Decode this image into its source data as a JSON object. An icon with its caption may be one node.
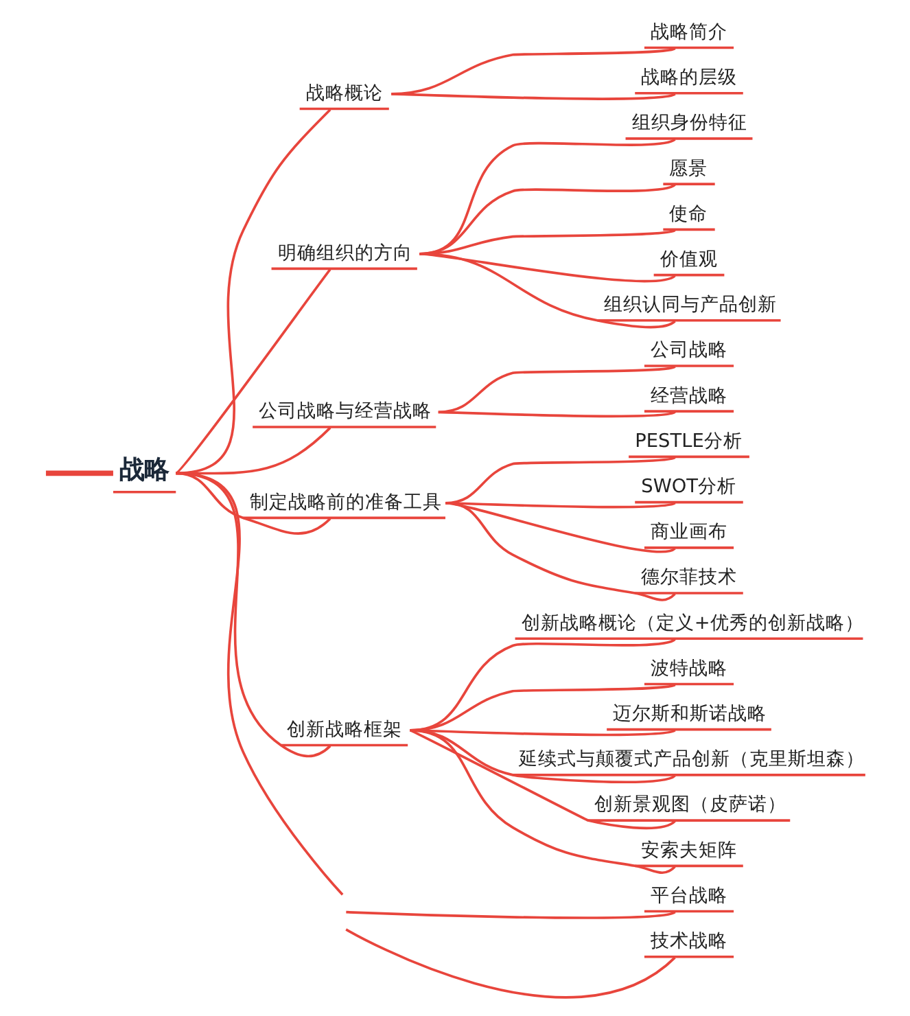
{
  "diagram": {
    "nodes": [
      {
        "text": [
          "战略"
        ]
      },
      {
        "text": [
          "战略概论"
        ]
      },
      {
        "text": [
          "战略简介"
        ]
      },
      {
        "text": [
          "战略的层级"
        ]
      },
      {
        "text": [
          "明确组织的方向"
        ]
      },
      {
        "text": [
          "组织身份特征"
        ]
      },
      {
        "text": [
          "愿景"
        ]
      },
      {
        "text": [
          "使命"
        ]
      },
      {
        "text": [
          "价值观"
        ]
      },
      {
        "text": [
          "组织认同与产品创新"
        ]
      },
      {
        "text": [
          "公司战略与经营战略"
        ]
      },
      {
        "text": [
          "公司战略"
        ]
      },
      {
        "text": [
          "经营战略"
        ]
      },
      {
        "text": [
          "制定战略前的准备工具"
        ]
      },
      {
        "text": [
          "PESTLE分析"
        ]
      },
      {
        "text": [
          "SWOT分析"
        ]
      },
      {
        "text": [
          "商业画布"
        ]
      },
      {
        "text": [
          "德尔菲技术"
        ]
      },
      {
        "text": [
          "创新战略框架"
        ]
      },
      {
        "text": [
          "创新战略概论（定义+优秀的创新战略）"
        ]
      },
      {
        "text": [
          "波特战略"
        ]
      },
      {
        "text": [
          "迈尔斯和斯诺战略"
        ]
      },
      {
        "text": [
          "延续式与颠覆式产品创新（克里斯坦森）"
        ]
      },
      {
        "text": [
          "创新景观图（皮萨诺）"
        ]
      },
      {
        "text": [
          "安索夫矩阵"
        ]
      },
      {
        "text": [
          "平台战略"
        ]
      },
      {
        "text": [
          "技术战略"
        ]
      }
    ],
    "edges": [
      {
        "from": 0,
        "to": 1,
        "arrow": "none"
      },
      {
        "from": 1,
        "to": 2,
        "arrow": "none"
      },
      {
        "from": 1,
        "to": 3,
        "arrow": "none"
      },
      {
        "from": 0,
        "to": 4,
        "arrow": "none"
      },
      {
        "from": 4,
        "to": 5,
        "arrow": "none"
      },
      {
        "from": 4,
        "to": 6,
        "arrow": "none"
      },
      {
        "from": 4,
        "to": 7,
        "arrow": "none"
      },
      {
        "from": 4,
        "to": 8,
        "arrow": "none"
      },
      {
        "from": 4,
        "to": 9,
        "arrow": "none"
      },
      {
        "from": 0,
        "to": 10,
        "arrow": "none"
      },
      {
        "from": 10,
        "to": 11,
        "arrow": "none"
      },
      {
        "from": 10,
        "to": 12,
        "arrow": "none"
      },
      {
        "from": 0,
        "to": 13,
        "arrow": "none"
      },
      {
        "from": 13,
        "to": 14,
        "arrow": "none"
      },
      {
        "from": 13,
        "to": 15,
        "arrow": "none"
      },
      {
        "from": 13,
        "to": 16,
        "arrow": "none"
      },
      {
        "from": 13,
        "to": 17,
        "arrow": "none"
      },
      {
        "from": 0,
        "to": 18,
        "arrow": "none"
      },
      {
        "from": 18,
        "to": 19,
        "arrow": "none"
      },
      {
        "from": 18,
        "to": 20,
        "arrow": "none"
      },
      {
        "from": 18,
        "to": 21,
        "arrow": "none"
      },
      {
        "from": 18,
        "to": 22,
        "arrow": "none"
      },
      {
        "from": 18,
        "to": 23,
        "arrow": "none"
      },
      {
        "from": 18,
        "to": 24,
        "arrow": "none"
      },
      {
        "from": 0,
        "to": null,
        "arrow": "none"
      },
      {
        "from": null,
        "to": 0,
        "arrow": "none",
        "style": "thick"
      },
      {
        "from": null,
        "to": 25,
        "arrow": "none"
      },
      {
        "from": null,
        "to": 26,
        "arrow": "none"
      }
    ]
  }
}
